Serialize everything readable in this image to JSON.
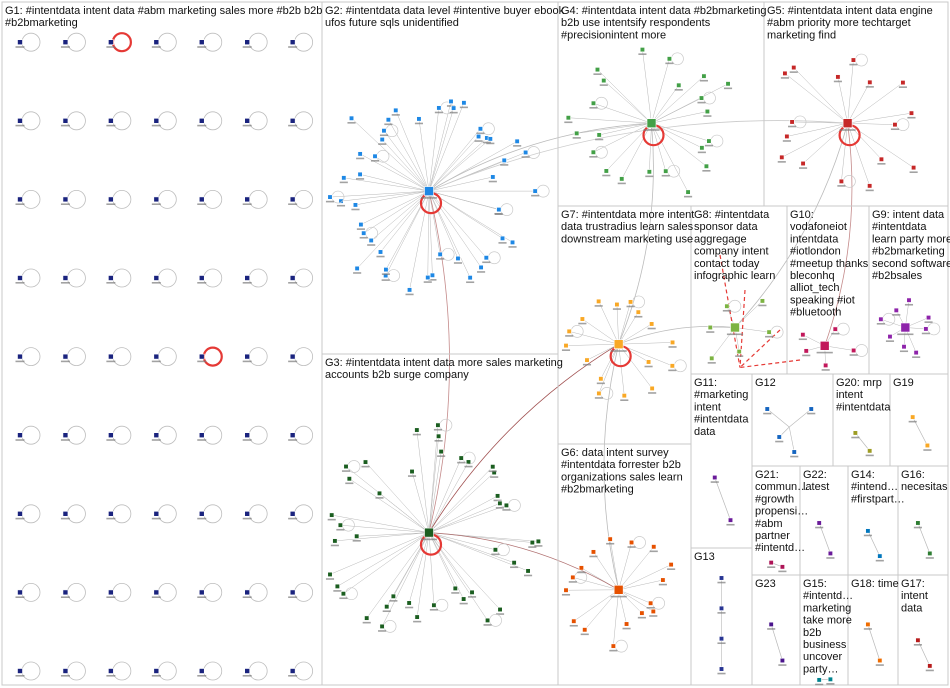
{
  "title": "",
  "groups": [
    {
      "id": "G1",
      "lines": [
        "G1: #intentdata intent data #abm marketing sales more #b2b b2b",
        "#b2bmarketing"
      ],
      "color": "#1a237e",
      "kind": "grid",
      "rows": 9,
      "cols": 7,
      "red_loops": 2
    },
    {
      "id": "G2",
      "lines": [
        "G2: #intentdata data level #intentive buyer ebook",
        "ufos future sqls unidentified"
      ],
      "color": "#1e88e5",
      "kind": "hub",
      "nodes": 45,
      "red_loops": 1
    },
    {
      "id": "G3",
      "lines": [
        "G3: #intentdata intent data more sales marketing",
        "accounts b2b surge company"
      ],
      "color": "#1b5e20",
      "kind": "hub",
      "nodes": 40,
      "red_loops": 1
    },
    {
      "id": "G4",
      "lines": [
        "G4: #intentdata intent data #b2bmarketing",
        "b2b use intentsify respondents",
        "#precisionintent more"
      ],
      "color": "#43a047",
      "kind": "hub",
      "nodes": 22,
      "red_loops": 1
    },
    {
      "id": "G5",
      "lines": [
        "G5: #intentdata intent data engine",
        "#abm priority more techtarget",
        "marketing find"
      ],
      "color": "#c62828",
      "kind": "hub",
      "nodes": 16,
      "red_loops": 1
    },
    {
      "id": "G6",
      "lines": [
        "G6: data intent survey",
        "#intentdata forrester b2b",
        "organizations sales learn",
        "#b2bmarketing"
      ],
      "color": "#e65100",
      "kind": "hub",
      "nodes": 16,
      "red_loops": 0
    },
    {
      "id": "G7",
      "lines": [
        "G7: #intentdata more intent",
        "data trustradius learn sales",
        "downstream marketing use"
      ],
      "color": "#f9a825",
      "kind": "hub",
      "nodes": 16,
      "red_loops": 1
    },
    {
      "id": "G8",
      "lines": [
        "G8: #intentdata",
        "sponsor data",
        "aggregage",
        "company intent",
        "contact today",
        "infographic learn"
      ],
      "color": "#7cb342",
      "kind": "hub",
      "nodes": 6,
      "red_loops": 0
    },
    {
      "id": "G9",
      "lines": [
        "G9: intent data",
        "#intentdata",
        "learn party more",
        "#b2bmarketing",
        "second software",
        "#b2bsales"
      ],
      "color": "#8e24aa",
      "kind": "hub",
      "nodes": 8,
      "red_loops": 0
    },
    {
      "id": "G10",
      "lines": [
        "G10:",
        "vodafoneiot",
        "intentdata",
        "#iotlondon",
        "#meetup thanks",
        "bleconhq",
        "alliot_tech",
        "speaking #iot",
        "#bluetooth"
      ],
      "color": "#c2185b",
      "kind": "hub",
      "nodes": 5,
      "red_loops": 0
    },
    {
      "id": "G11",
      "lines": [
        "G11:",
        "#marketing",
        "intent",
        "#intentdata",
        "data"
      ],
      "color": "#6a1b9a",
      "kind": "pair",
      "nodes": 2,
      "red_loops": 0
    },
    {
      "id": "G12",
      "lines": [
        "G12"
      ],
      "color": "#1565c0",
      "kind": "small",
      "nodes": 4,
      "red_loops": 0
    },
    {
      "id": "G13",
      "lines": [
        "G13"
      ],
      "color": "#283593",
      "kind": "chain",
      "nodes": 4,
      "red_loops": 0
    },
    {
      "id": "G14",
      "lines": [
        "G14:",
        "#intend…",
        "#firstpart…"
      ],
      "color": "#0277bd",
      "kind": "pair",
      "nodes": 2,
      "red_loops": 0
    },
    {
      "id": "G15",
      "lines": [
        "G15:",
        "#intentd…",
        "marketing",
        "take more",
        "b2b",
        "business",
        "uncover",
        "party…"
      ],
      "color": "#00838f",
      "kind": "pair",
      "nodes": 2,
      "red_loops": 0
    },
    {
      "id": "G16",
      "lines": [
        "G16:",
        "necesitas"
      ],
      "color": "#2e7d32",
      "kind": "pair",
      "nodes": 2,
      "red_loops": 0
    },
    {
      "id": "G17",
      "lines": [
        "G17:",
        "intent",
        "data"
      ],
      "color": "#b71c1c",
      "kind": "pair",
      "nodes": 2,
      "red_loops": 0
    },
    {
      "id": "G18",
      "lines": [
        "G18: time"
      ],
      "color": "#ef6c00",
      "kind": "pair",
      "nodes": 2,
      "red_loops": 0
    },
    {
      "id": "G19",
      "lines": [
        "G19"
      ],
      "color": "#f9a825",
      "kind": "pair",
      "nodes": 2,
      "red_loops": 0
    },
    {
      "id": "G20",
      "lines": [
        "G20: mrp",
        "intent",
        "#intentdata"
      ],
      "color": "#9e9d24",
      "kind": "pair",
      "nodes": 2,
      "red_loops": 0
    },
    {
      "id": "G21",
      "lines": [
        "G21:",
        "commun…",
        "#growth",
        "propensi…",
        "#abm",
        "partner",
        "#intentd…"
      ],
      "color": "#ad1457",
      "kind": "pair",
      "nodes": 2,
      "red_loops": 0
    },
    {
      "id": "G22",
      "lines": [
        "G22:",
        "latest"
      ],
      "color": "#6a1b9a",
      "kind": "pair",
      "nodes": 2,
      "red_loops": 0
    },
    {
      "id": "G23",
      "lines": [
        "G23"
      ],
      "color": "#4a148c",
      "kind": "pair",
      "nodes": 2,
      "red_loops": 0
    }
  ]
}
